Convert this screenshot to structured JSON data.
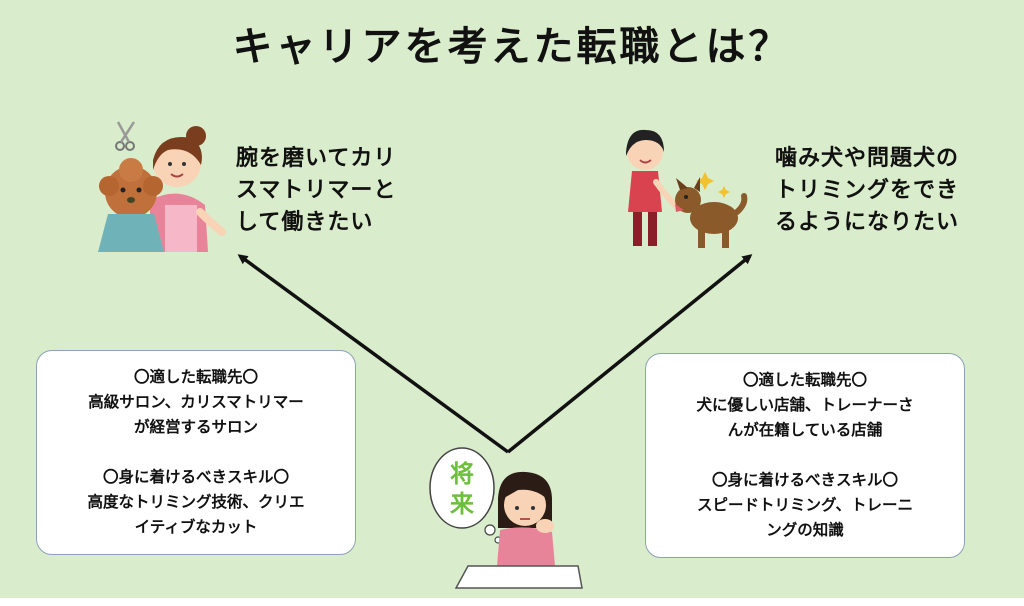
{
  "title": "キャリアを考えた転職とは？",
  "left_goal": {
    "lines": [
      "腕を磨いてカリ",
      "スマトリマーと",
      "して働きたい"
    ]
  },
  "right_goal": {
    "lines": [
      "噛み犬や問題犬の",
      "トリミングをでき",
      "るようになりたい"
    ]
  },
  "left_box": {
    "heading1": "〇適した転職先〇",
    "text1": [
      "高級サロン、カリスマトリマー",
      "が経営するサロン"
    ],
    "heading2": "〇身に着けるべきスキル〇",
    "text2": [
      "高度なトリミング技術、クリエ",
      "イティブなカット"
    ]
  },
  "right_box": {
    "heading1": "〇適した転職先〇",
    "text1": [
      "犬に優しい店舗、トレーナーさ",
      "んが在籍している店舗"
    ],
    "heading2": "〇身に着けるべきスキル〇",
    "text2": [
      "スピードトリミング、トレーニ",
      "ングの知識"
    ]
  },
  "thought_bubble": {
    "line1": "将",
    "line2": "来"
  },
  "colors": {
    "background": "#d9eccb",
    "arrow": "#111111",
    "box_border": "#8aa2b8",
    "bubble_text": "#6cbf3a"
  },
  "icons": {
    "left_illustration": "groomer-with-poodle-icon",
    "right_illustration": "girl-with-barking-dog-icon",
    "bottom_illustration": "thinking-girl-at-desk-icon"
  }
}
